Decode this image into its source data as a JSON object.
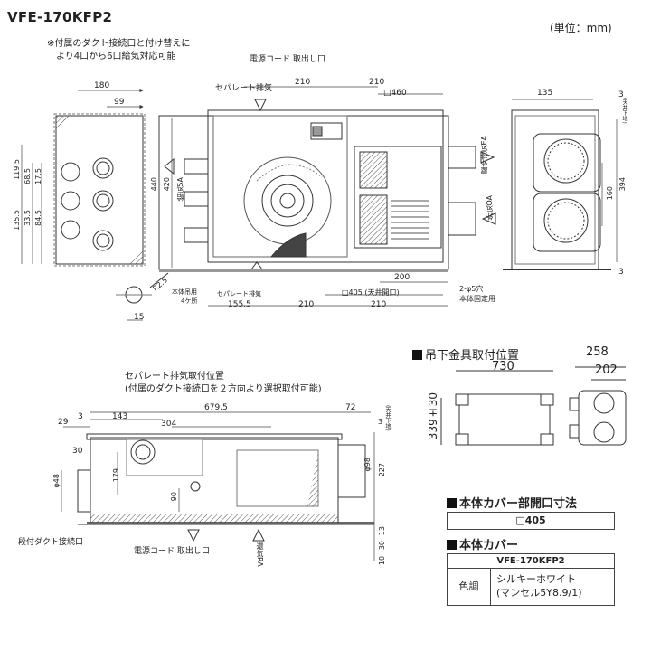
{
  "model": "VFE-170KFP2",
  "unit": "(単位：mm)",
  "notes": {
    "duct_note_1": "※付属のダクト接続口と付け替えに",
    "duct_note_2": "より4口から6口給気対応可能",
    "power_cord_top": "電源コード 取出し口",
    "separate_exhaust": "セパレート排気",
    "supply_sa": "給気SA",
    "outdoor_exhaust_ea": "屋外排気EA",
    "outdoor_air_oa": "外気OA",
    "hanging_bolt": "本体吊用",
    "hanging_bolt_2": "4ケ所",
    "separate_exhaust_bottom": "セパレート排気",
    "ceiling_opening": "□405 (天井開口)",
    "fixing_holes": "2-φ5穴",
    "fixing_holes_2": "本体固定用",
    "separate_pos_1": "セパレート排気取付位置",
    "separate_pos_2": "(付属のダクト接続口を２方向より選択取付可能)",
    "step_duct": "段付ダクト接続口",
    "power_cord_bottom": "電源コード 取出し口",
    "return_ra": "還気RA",
    "ceiling_side_1": "(天井下地)",
    "ceiling_side_2": "(天井下地)"
  },
  "dims": {
    "d180": "180",
    "d99": "99",
    "d210a": "210",
    "d210b": "210",
    "d460": "□460",
    "d135": "135",
    "d3a": "3",
    "d3b": "3",
    "d119_5": "119.5",
    "d68_5": "68.5",
    "d17_5": "17.5",
    "d135_5": "135.5",
    "d33_5": "33.5",
    "d84_5": "84.5",
    "d440": "440",
    "d420": "420",
    "d160": "160",
    "d394": "394",
    "d200": "200",
    "d405": "□405 (天井開口)",
    "d155_5": "155.5",
    "d210c": "210",
    "d210d": "210",
    "dR2_5": "R2.5",
    "d15": "15",
    "d29": "29",
    "d3c": "3",
    "d143": "143",
    "d304": "304",
    "d679_5": "679.5",
    "d72": "72",
    "d30": "30",
    "d48": "φ48",
    "d179": "179",
    "d90": "90",
    "d98": "φ98",
    "d227": "227",
    "d13": "13",
    "d10_30": "10~30",
    "d3d": "3"
  },
  "hanger": {
    "title": "吊下金具取付位置",
    "d730": "730",
    "d339": "339±30",
    "d258": "258",
    "d202": "202"
  },
  "opening": {
    "title": "本体カバー部開口寸法",
    "value": "□405"
  },
  "cover": {
    "title": "本体カバー",
    "model": "VFE-170KFP2",
    "row_label": "色調",
    "color_line1": "シルキーホワイト",
    "color_line2": "(マンセル5Y8.9/1)"
  }
}
